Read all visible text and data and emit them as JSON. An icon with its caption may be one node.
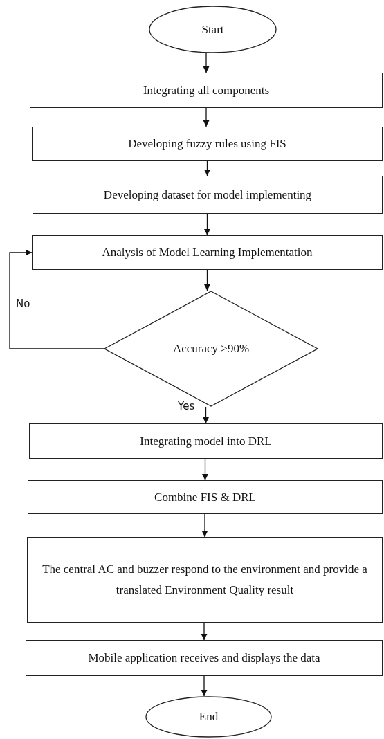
{
  "diagram": {
    "nodes": [
      {
        "text": [
          "Start"
        ]
      },
      {
        "text": [
          "Integrating all components"
        ]
      },
      {
        "text": [
          "Developing fuzzy rules using FIS"
        ]
      },
      {
        "text": [
          "Developing dataset for model implementing"
        ]
      },
      {
        "text": [
          "Analysis of Model Learning Implementation"
        ]
      },
      {
        "text": [
          "Accuracy >90%"
        ]
      },
      {
        "text": [
          "Integrating model into DRL"
        ]
      },
      {
        "text": [
          "Combine FIS & DRL"
        ]
      },
      {
        "text": [
          "The central AC and buzzer respond to the environment and provide a translated Environment Quality result"
        ]
      },
      {
        "text": [
          "Mobile application receives and displays the data"
        ]
      },
      {
        "text": [
          "End"
        ]
      }
    ],
    "edges": [
      {
        "from": 0,
        "to": 1,
        "arrow": "to"
      },
      {
        "from": 1,
        "to": 2,
        "arrow": "to"
      },
      {
        "from": 2,
        "to": 3,
        "arrow": "to"
      },
      {
        "from": 3,
        "to": 4,
        "arrow": "to"
      },
      {
        "from": 4,
        "to": 5,
        "arrow": "to"
      },
      {
        "from": 5,
        "to": 4,
        "arrow": "to",
        "label": "No"
      },
      {
        "from": 5,
        "to": 6,
        "arrow": "to",
        "label": "Yes"
      },
      {
        "from": 6,
        "to": 7,
        "arrow": "to"
      },
      {
        "from": 7,
        "to": 8,
        "arrow": "to"
      },
      {
        "from": 8,
        "to": 9,
        "arrow": "to"
      },
      {
        "from": 9,
        "to": 10,
        "arrow": "to"
      }
    ]
  }
}
